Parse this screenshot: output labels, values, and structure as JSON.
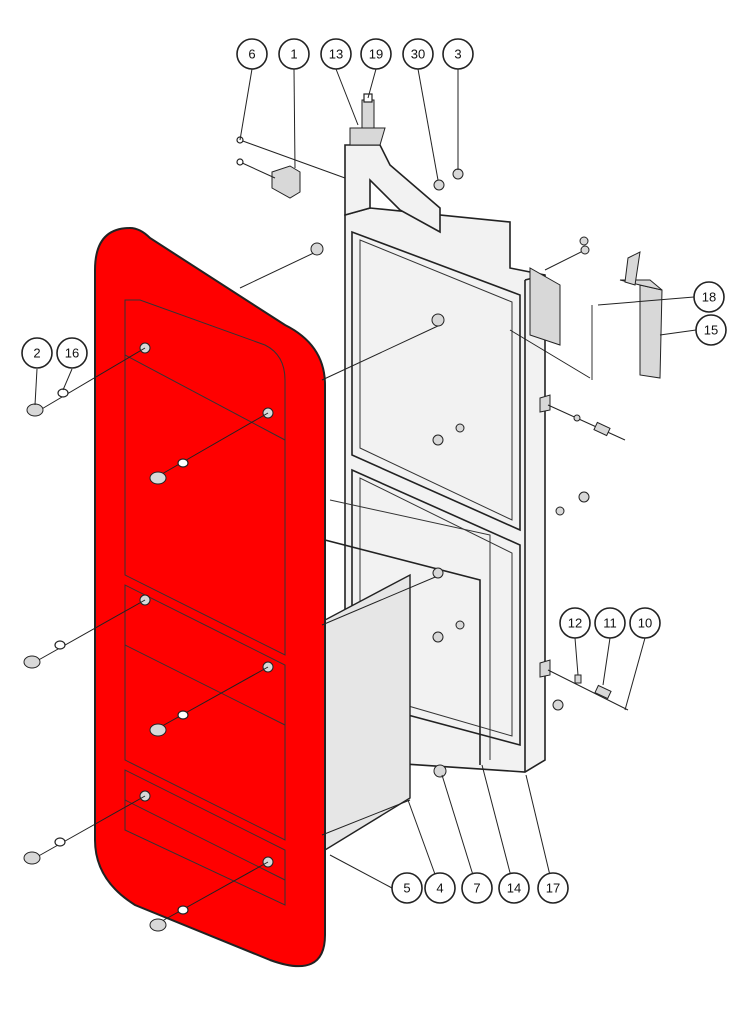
{
  "diagram": {
    "colors": {
      "panel": "#ff0000",
      "line": "#222222",
      "background": "#ffffff"
    },
    "callouts": [
      {
        "id": "c6",
        "label": "6"
      },
      {
        "id": "c1",
        "label": "1"
      },
      {
        "id": "c13",
        "label": "13"
      },
      {
        "id": "c19",
        "label": "19"
      },
      {
        "id": "c30",
        "label": "30"
      },
      {
        "id": "c3",
        "label": "3"
      },
      {
        "id": "c18",
        "label": "18"
      },
      {
        "id": "c15",
        "label": "15"
      },
      {
        "id": "c2",
        "label": "2"
      },
      {
        "id": "c16",
        "label": "16"
      },
      {
        "id": "c12",
        "label": "12"
      },
      {
        "id": "c11",
        "label": "11"
      },
      {
        "id": "c10",
        "label": "10"
      },
      {
        "id": "c5",
        "label": "5"
      },
      {
        "id": "c4",
        "label": "4"
      },
      {
        "id": "c7",
        "label": "7"
      },
      {
        "id": "c14",
        "label": "14"
      },
      {
        "id": "c17",
        "label": "17"
      }
    ]
  }
}
